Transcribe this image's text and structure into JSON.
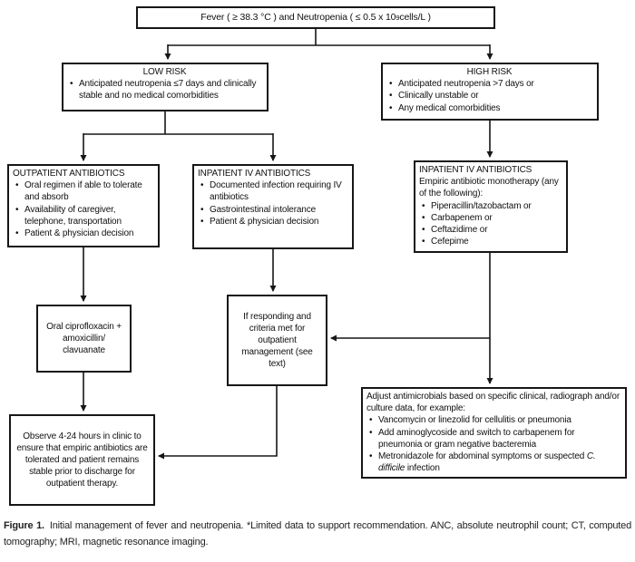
{
  "flowchart": {
    "fever": {
      "text_main": "Fever ( ≥ 38.3 °C ) and Neutropenia ( ≤ 0.5 x 10",
      "sup": "9",
      "text_end": " cells/L )"
    },
    "low_risk": {
      "title": "LOW RISK",
      "bullets": [
        "Anticipated neutropenia ≤7 days and clinically stable and no medical comorbidities"
      ]
    },
    "high_risk": {
      "title": "HIGH RISK",
      "bullets": [
        "Anticipated neutropenia >7 days or",
        "Clinically unstable or",
        "Any medical comorbidities"
      ]
    },
    "outpatient": {
      "title": "OUTPATIENT ANTIBIOTICS",
      "bullets": [
        "Oral regimen if able to tolerate and absorb",
        "Availability of caregiver, telephone, transportation",
        "Patient & physician decision"
      ]
    },
    "inpatient_iv": {
      "title": "INPATIENT IV ANTIBIOTICS",
      "bullets": [
        "Documented infection requiring IV antibiotics",
        "Gastrointestinal intolerance",
        "Patient & physician decision"
      ]
    },
    "inpatient_iv_high": {
      "title": "INPATIENT IV ANTIBIOTICS",
      "subtitle": "Empiric antibiotic monotherapy (any of the following):",
      "bullets": [
        "Piperacillin/tazobactam or",
        "Carbapenem or",
        "Ceftazidime or",
        "Cefepime"
      ]
    },
    "oral_cipro": {
      "text": "Oral ciprofloxacin + amoxicillin/ clavuanate"
    },
    "if_responding": {
      "text": "If responding and criteria met for outpatient management (see text)"
    },
    "observe": {
      "text": "Observe 4-24 hours in clinic to ensure that empiric antibiotics are tolerated and patient remains stable prior to discharge for outpatient therapy."
    },
    "adjust": {
      "intro": "Adjust antimicrobials based on specific clinical, radiograph and/or culture data, for example:",
      "bullets": [
        "Vancomycin or linezolid for cellulitis or pneumonia",
        "Add aminoglycoside and switch to carbapenem for pneumonia or gram negative bacteremia"
      ],
      "bullet_c_pre": "Metronidazole for abdominal symptoms or suspected ",
      "bullet_c_italic": "C. difficile",
      "bullet_c_post": " infection"
    }
  },
  "caption": {
    "label": "Figure 1.",
    "text": "Initial management of fever and neutropenia. *Limited data to support recommendation. ANC, absolute neutrophil count; CT, computed tomography; MRI, magnetic resonance imaging."
  },
  "colors": {
    "line": "#161616",
    "background": "#ffffff"
  }
}
